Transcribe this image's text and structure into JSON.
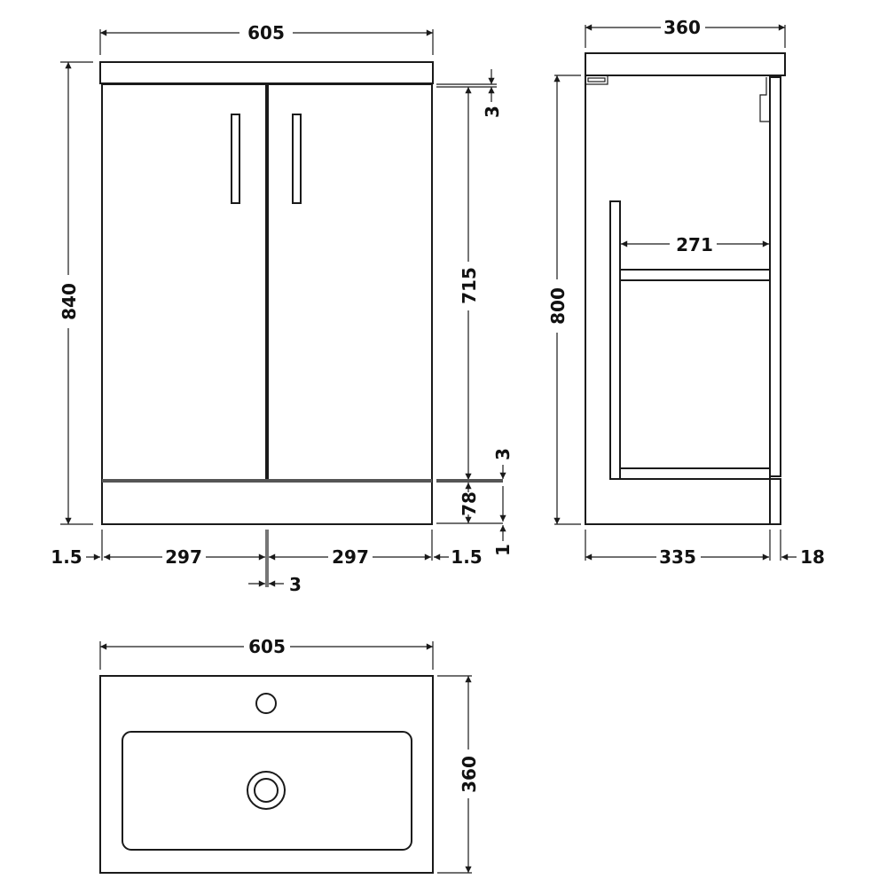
{
  "diagram": {
    "units": "mm",
    "views": {
      "front": {
        "labels": {
          "overall_width": "605",
          "overall_height": "840",
          "door_height": "715",
          "top_gap": "3",
          "plinth_gap": "3",
          "plinth_height": "78",
          "floor_gap": "1",
          "left_margin": "1.5",
          "door_left_width": "297",
          "door_right_width": "297",
          "right_margin": "1.5",
          "door_gap": "3"
        }
      },
      "side": {
        "labels": {
          "overall_depth": "360",
          "carcass_height": "800",
          "shelf_depth": "271",
          "carcass_depth": "335",
          "door_thickness": "18"
        }
      },
      "top": {
        "labels": {
          "basin_width": "605",
          "basin_depth": "360"
        },
        "features": [
          "tap-hole",
          "basin-bowl",
          "waste-outlet"
        ]
      }
    },
    "colors": {
      "line": "#1a1a1a",
      "gap_line": "#555555",
      "background": "#ffffff"
    }
  }
}
